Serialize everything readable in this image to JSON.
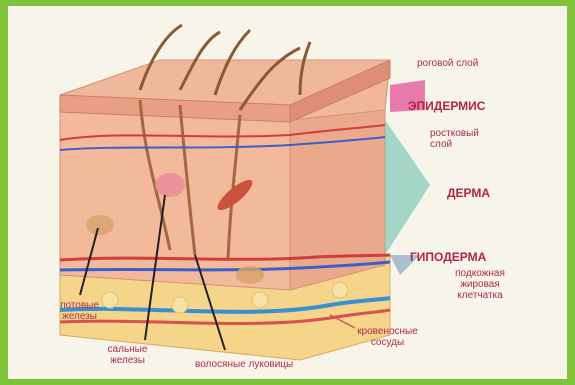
{
  "labels": {
    "horny_layer": "роговой слой",
    "epidermis": "ЭПИДЕРМИС",
    "growth_layer": "ростковый слой",
    "dermis": "ДЕРМА",
    "hypodermis": "ГИПОДЕРМА",
    "fat_tissue": "подкожная жировая клетчатка",
    "sweat_gland": "потовые железы",
    "sebaceous_gland": "сальные железы",
    "hair_follicles": "волосяные луковицы",
    "blood_vessels": "кровеносные сосуды"
  },
  "colors": {
    "frame": "#7ec23a",
    "label": "#b22a4a",
    "epidermis_pointer": "#e3509a",
    "dermis_pointer": "#7fc9b6",
    "hypodermis_pointer": "#8aa7c8"
  }
}
